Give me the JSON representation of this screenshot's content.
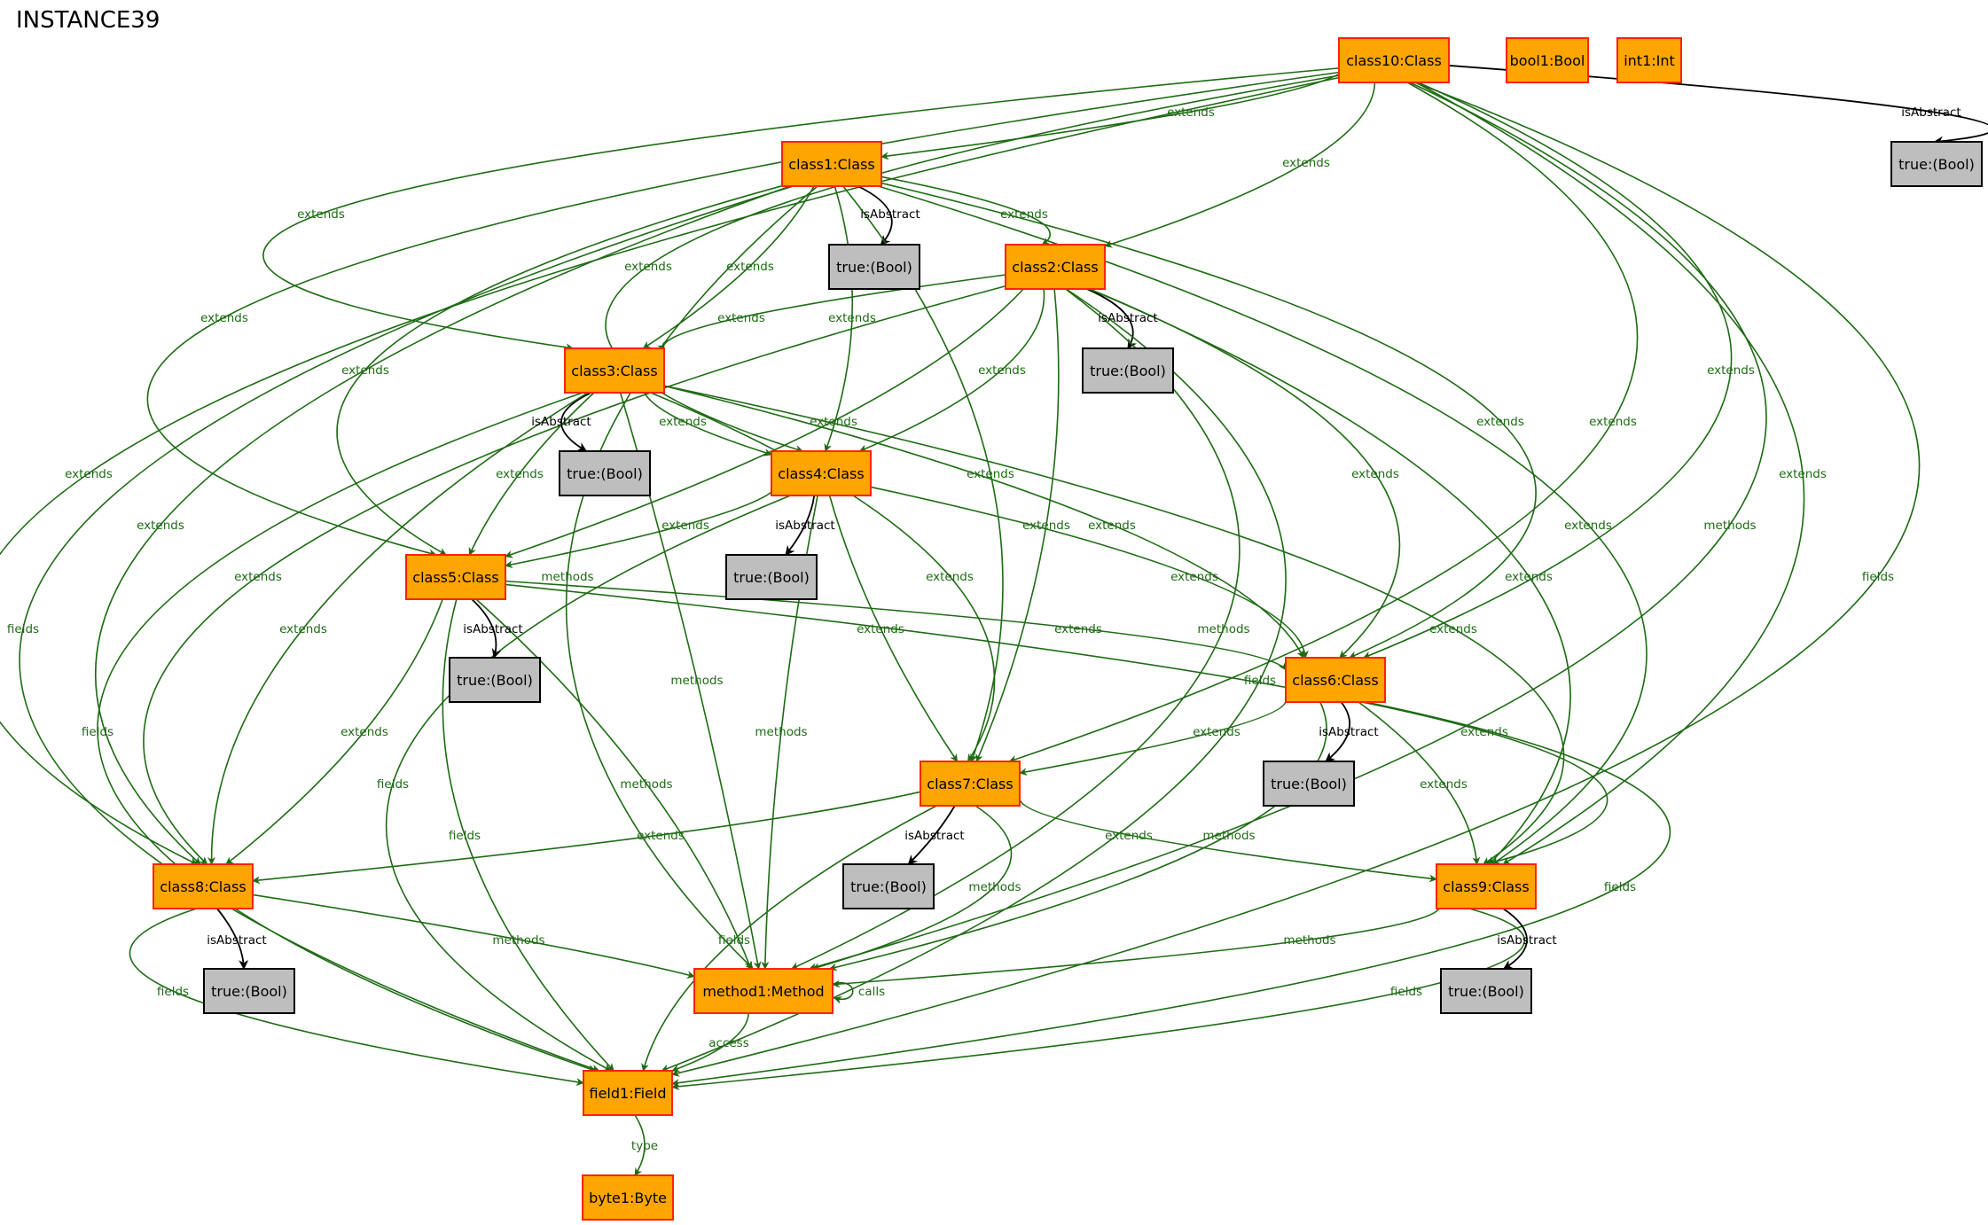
{
  "title": "INSTANCE39",
  "colors": {
    "class_fill": "#FFA500",
    "class_stroke": "#FF2200",
    "bool_fill": "#BEBEBE",
    "bool_stroke": "#000000",
    "edge_green": "#1E6B14",
    "edge_black": "#000000"
  },
  "nodes": [
    {
      "id": "class10",
      "label": "class10:Class",
      "kind": "class"
    },
    {
      "id": "bool1",
      "label": "bool1:Bool",
      "kind": "class"
    },
    {
      "id": "int1",
      "label": "int1:Int",
      "kind": "class"
    },
    {
      "id": "t10",
      "label": "true:(Bool)",
      "kind": "bool"
    },
    {
      "id": "class1",
      "label": "class1:Class",
      "kind": "class"
    },
    {
      "id": "t1",
      "label": "true:(Bool)",
      "kind": "bool"
    },
    {
      "id": "class2",
      "label": "class2:Class",
      "kind": "class"
    },
    {
      "id": "t2",
      "label": "true:(Bool)",
      "kind": "bool"
    },
    {
      "id": "class3",
      "label": "class3:Class",
      "kind": "class"
    },
    {
      "id": "t3",
      "label": "true:(Bool)",
      "kind": "bool"
    },
    {
      "id": "class4",
      "label": "class4:Class",
      "kind": "class"
    },
    {
      "id": "t4",
      "label": "true:(Bool)",
      "kind": "bool"
    },
    {
      "id": "class5",
      "label": "class5:Class",
      "kind": "class"
    },
    {
      "id": "t5",
      "label": "true:(Bool)",
      "kind": "bool"
    },
    {
      "id": "class6",
      "label": "class6:Class",
      "kind": "class"
    },
    {
      "id": "t6",
      "label": "true:(Bool)",
      "kind": "bool"
    },
    {
      "id": "class7",
      "label": "class7:Class",
      "kind": "class"
    },
    {
      "id": "t7",
      "label": "true:(Bool)",
      "kind": "bool"
    },
    {
      "id": "class8",
      "label": "class8:Class",
      "kind": "class"
    },
    {
      "id": "t8",
      "label": "true:(Bool)",
      "kind": "bool"
    },
    {
      "id": "class9",
      "label": "class9:Class",
      "kind": "class"
    },
    {
      "id": "t9",
      "label": "true:(Bool)",
      "kind": "bool"
    },
    {
      "id": "method1",
      "label": "method1:Method",
      "kind": "class"
    },
    {
      "id": "field1",
      "label": "field1:Field",
      "kind": "class"
    },
    {
      "id": "byte1",
      "label": "byte1:Byte",
      "kind": "class"
    }
  ],
  "edges": [
    {
      "from": "class10",
      "to": "class1",
      "label": "extends"
    },
    {
      "from": "class10",
      "to": "class2",
      "label": "extends"
    },
    {
      "from": "class10",
      "to": "class3",
      "label": "extends"
    },
    {
      "from": "class10",
      "to": "class4",
      "label": "extends"
    },
    {
      "from": "class10",
      "to": "class5",
      "label": "extends"
    },
    {
      "from": "class10",
      "to": "class6",
      "label": "extends"
    },
    {
      "from": "class10",
      "to": "class7",
      "label": "extends"
    },
    {
      "from": "class10",
      "to": "class8",
      "label": "extends"
    },
    {
      "from": "class10",
      "to": "class9",
      "label": "extends"
    },
    {
      "from": "class10",
      "to": "method1",
      "label": "methods"
    },
    {
      "from": "class10",
      "to": "field1",
      "label": "fields"
    },
    {
      "from": "class10",
      "to": "t10",
      "label": "isAbstract"
    },
    {
      "from": "class1",
      "to": "t1",
      "label": "isAbstract"
    },
    {
      "from": "class1",
      "to": "class2",
      "label": "extends"
    },
    {
      "from": "class1",
      "to": "class3",
      "label": "extends"
    },
    {
      "from": "class1",
      "to": "class4",
      "label": "extends"
    },
    {
      "from": "class1",
      "to": "class5",
      "label": "extends"
    },
    {
      "from": "class1",
      "to": "class6",
      "label": "extends"
    },
    {
      "from": "class1",
      "to": "class7",
      "label": "extends"
    },
    {
      "from": "class1",
      "to": "class8",
      "label": "extends"
    },
    {
      "from": "class1",
      "to": "class9",
      "label": "extends"
    },
    {
      "from": "class1",
      "to": "method1",
      "label": "methods"
    },
    {
      "from": "class1",
      "to": "field1",
      "label": "fields"
    },
    {
      "from": "class2",
      "to": "t2",
      "label": "isAbstract"
    },
    {
      "from": "class2",
      "to": "class3",
      "label": "extends"
    },
    {
      "from": "class2",
      "to": "class4",
      "label": "extends"
    },
    {
      "from": "class2",
      "to": "class5",
      "label": "extends"
    },
    {
      "from": "class2",
      "to": "class6",
      "label": "extends"
    },
    {
      "from": "class2",
      "to": "class7",
      "label": "extends"
    },
    {
      "from": "class2",
      "to": "class8",
      "label": "extends"
    },
    {
      "from": "class2",
      "to": "class9",
      "label": "extends"
    },
    {
      "from": "class2",
      "to": "method1",
      "label": "methods"
    },
    {
      "from": "class2",
      "to": "field1",
      "label": "fields"
    },
    {
      "from": "class3",
      "to": "t3",
      "label": "isAbstract"
    },
    {
      "from": "class3",
      "to": "class4",
      "label": "extends"
    },
    {
      "from": "class3",
      "to": "class5",
      "label": "extends"
    },
    {
      "from": "class3",
      "to": "class6",
      "label": "extends"
    },
    {
      "from": "class3",
      "to": "class7",
      "label": "extends"
    },
    {
      "from": "class3",
      "to": "class8",
      "label": "extends"
    },
    {
      "from": "class3",
      "to": "class9",
      "label": "extends"
    },
    {
      "from": "class3",
      "to": "method1",
      "label": "methods"
    },
    {
      "from": "class3",
      "to": "field1",
      "label": "fields"
    },
    {
      "from": "class4",
      "to": "t4",
      "label": "isAbstract"
    },
    {
      "from": "class4",
      "to": "class5",
      "label": "extends"
    },
    {
      "from": "class4",
      "to": "class6",
      "label": "extends"
    },
    {
      "from": "class4",
      "to": "class7",
      "label": "extends"
    },
    {
      "from": "class4",
      "to": "method1",
      "label": "methods"
    },
    {
      "from": "class4",
      "to": "field1",
      "label": "fields"
    },
    {
      "from": "class5",
      "to": "t5",
      "label": "isAbstract"
    },
    {
      "from": "class5",
      "to": "class6",
      "label": "extends"
    },
    {
      "from": "class5",
      "to": "class8",
      "label": "extends"
    },
    {
      "from": "class5",
      "to": "class9",
      "label": "extends"
    },
    {
      "from": "class5",
      "to": "method1",
      "label": "methods"
    },
    {
      "from": "class5",
      "to": "field1",
      "label": "fields"
    },
    {
      "from": "class6",
      "to": "t6",
      "label": "isAbstract"
    },
    {
      "from": "class6",
      "to": "class7",
      "label": "extends"
    },
    {
      "from": "class6",
      "to": "class9",
      "label": "extends"
    },
    {
      "from": "class6",
      "to": "method1",
      "label": "methods"
    },
    {
      "from": "class6",
      "to": "field1",
      "label": "fields"
    },
    {
      "from": "class7",
      "to": "t7",
      "label": "isAbstract"
    },
    {
      "from": "class7",
      "to": "class8",
      "label": "extends"
    },
    {
      "from": "class7",
      "to": "class9",
      "label": "extends"
    },
    {
      "from": "class7",
      "to": "method1",
      "label": "methods"
    },
    {
      "from": "class7",
      "to": "field1",
      "label": "fields"
    },
    {
      "from": "class8",
      "to": "t8",
      "label": "isAbstract"
    },
    {
      "from": "class8",
      "to": "method1",
      "label": "methods"
    },
    {
      "from": "class8",
      "to": "field1",
      "label": "fields"
    },
    {
      "from": "class9",
      "to": "t9",
      "label": "isAbstract"
    },
    {
      "from": "class9",
      "to": "method1",
      "label": "methods"
    },
    {
      "from": "class9",
      "to": "field1",
      "label": "fields"
    },
    {
      "from": "method1",
      "to": "method1",
      "label": "calls"
    },
    {
      "from": "method1",
      "to": "field1",
      "label": "access"
    },
    {
      "from": "field1",
      "to": "byte1",
      "label": "type"
    }
  ]
}
